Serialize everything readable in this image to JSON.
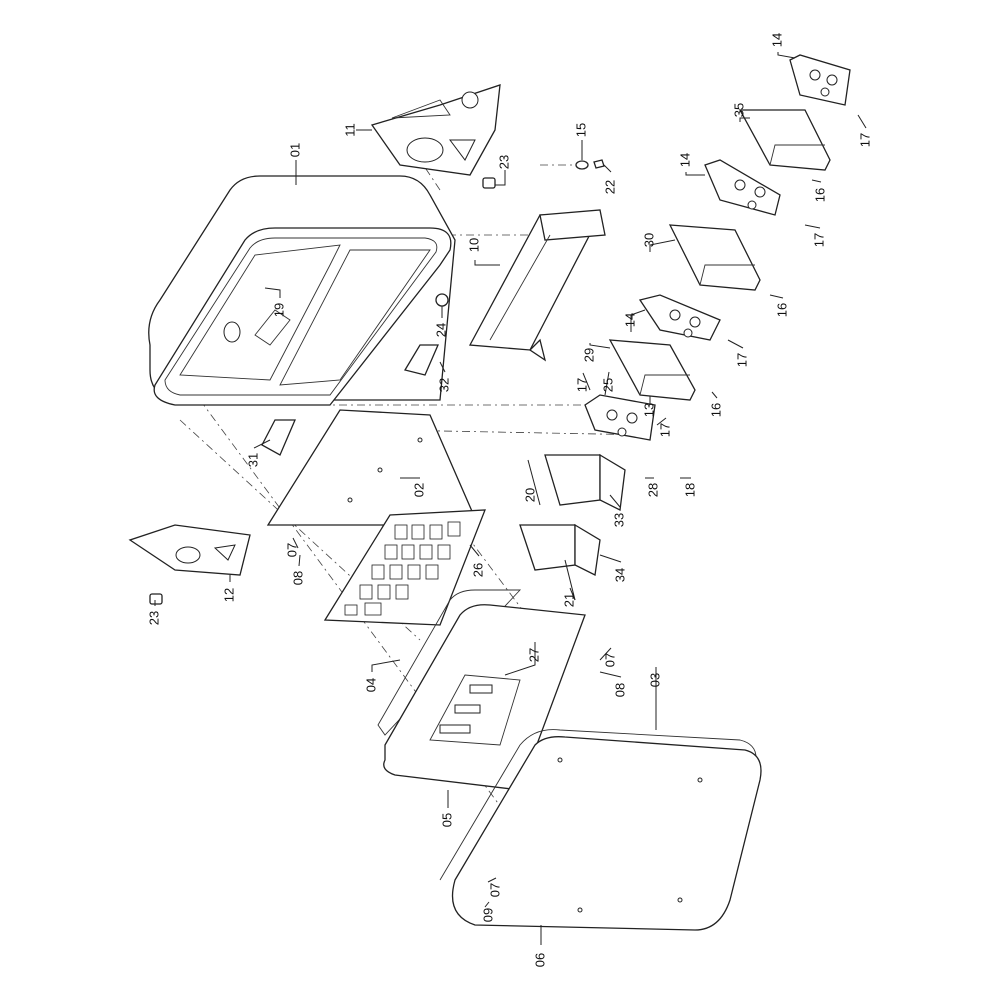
{
  "labels": [
    "01",
    "11",
    "23",
    "15",
    "22",
    "10",
    "19",
    "24",
    "32",
    "17",
    "25",
    "13",
    "31",
    "02",
    "20",
    "33",
    "28",
    "18",
    "07",
    "08",
    "26",
    "34",
    "23",
    "12",
    "21",
    "27",
    "07",
    "08",
    "04",
    "05",
    "03",
    "07",
    "09",
    "06",
    "14",
    "35",
    "17",
    "16",
    "14",
    "30",
    "17",
    "16",
    "14",
    "29",
    "17",
    "16",
    "17"
  ]
}
